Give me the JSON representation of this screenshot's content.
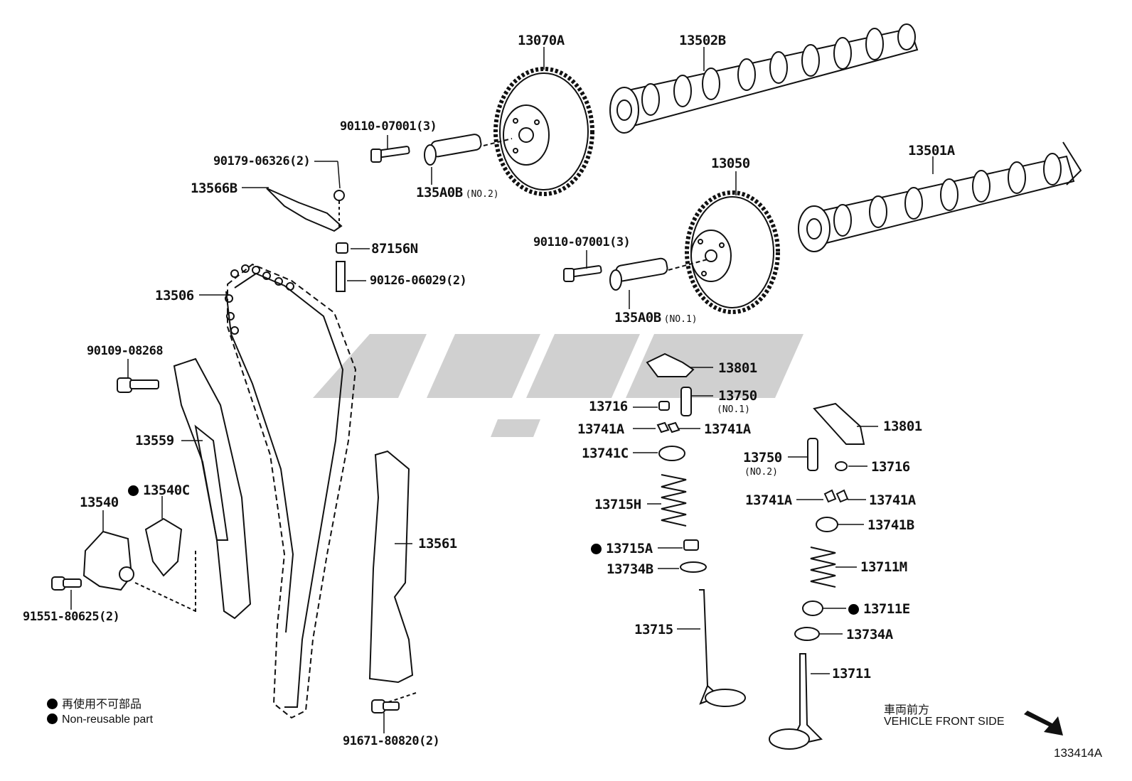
{
  "labels": {
    "p13070A": "13070A",
    "p13502B": "13502B",
    "p90110_a": "90110-07001(3)",
    "p90179": "90179-06326(2)",
    "p13566B": "13566B",
    "p135A0B_2": "135A0B",
    "p135A0B_2_sub": "(NO.2)",
    "p13050": "13050",
    "p13501A": "13501A",
    "p87156N": "87156N",
    "p90126": "90126-06029(2)",
    "p90110_b": "90110-07001(3)",
    "p13506": "13506",
    "p135A0B_1": "135A0B",
    "p135A0B_1_sub": "(NO.1)",
    "p90109": "90109-08268",
    "p13801_a": "13801",
    "p13716_a": "13716",
    "p13750_1": "13750",
    "p13750_1_sub": "(NO.1)",
    "p13559": "13559",
    "p13741A_a": "13741A",
    "p13741A_b": "13741A",
    "p13801_b": "13801",
    "p13741C": "13741C",
    "p13750_2": "13750",
    "p13750_2_sub": "(NO.2)",
    "p13716_b": "13716",
    "p13540": "13540",
    "p13540C": "13540C",
    "p13715H": "13715H",
    "p13741A_c": "13741A",
    "p13741A_d": "13741A",
    "p13741B": "13741B",
    "p13561": "13561",
    "p13715A": "13715A",
    "p13734B": "13734B",
    "p13711M": "13711M",
    "p91551": "91551-80625(2)",
    "p13711E": "13711E",
    "p13715": "13715",
    "p13734A": "13734A",
    "p13711": "13711",
    "p91671": "91671-80820(2)"
  },
  "legend": {
    "jp": "再使用不可部品",
    "en": "Non-reusable part"
  },
  "direction": {
    "jp": "車両前方",
    "en": "VEHICLE FRONT SIDE"
  },
  "figure_id": "133414A"
}
